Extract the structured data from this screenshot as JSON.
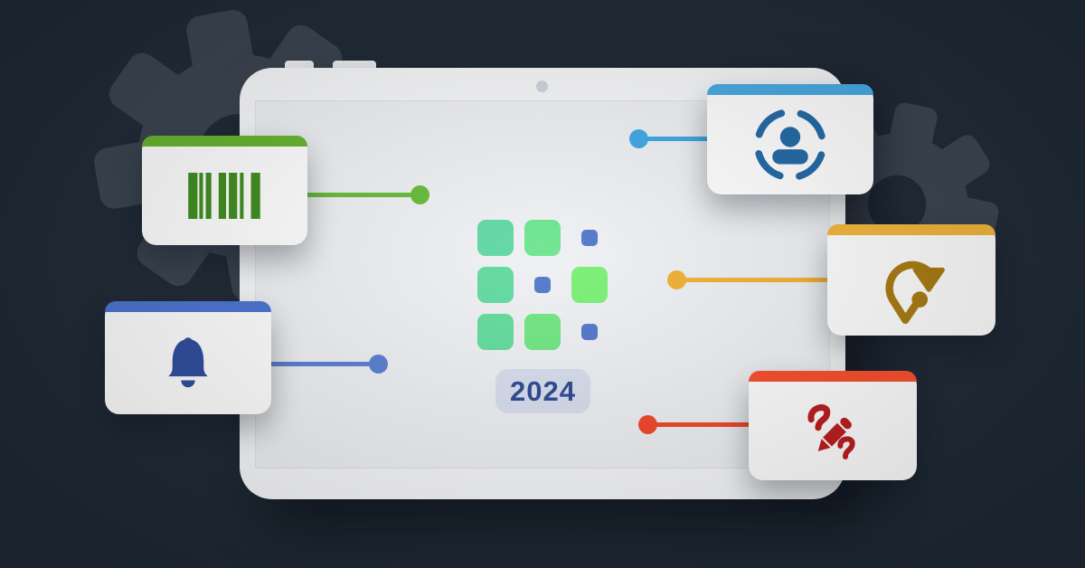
{
  "background": {
    "color": "#1f2a36",
    "gear_color": "#3a4450"
  },
  "tablet": {
    "bezel_color": "#f8f9fb",
    "screen_color": "#eff1f4",
    "screen_border_color": "#e2e5ea",
    "camera_color": "#d2d5dc"
  },
  "screen": {
    "year_badge": {
      "label": "2024",
      "bg_color": "#d9dfef",
      "text_color": "#2e4b94"
    },
    "app_grid": {
      "cells": [
        {
          "shape": "large",
          "color": "#62d9a6"
        },
        {
          "shape": "large",
          "color": "#6fe590"
        },
        {
          "shape": "small",
          "color": "#5579cd"
        },
        {
          "shape": "large",
          "color": "#63dba2"
        },
        {
          "shape": "small",
          "color": "#5579cd"
        },
        {
          "shape": "large",
          "color": "#7bf277"
        },
        {
          "shape": "large",
          "color": "#65dd9e"
        },
        {
          "shape": "large",
          "color": "#73e884"
        },
        {
          "shape": "small",
          "color": "#5579cd"
        }
      ]
    }
  },
  "cards": [
    {
      "icon": "barcode-icon",
      "header_color": "#66b42e",
      "icon_color": "#3f8d1f",
      "connector_color": "#68bd3a"
    },
    {
      "icon": "bell-icon",
      "header_color": "#4b74d2",
      "icon_color": "#2e4d9d",
      "connector_color": "#5b80d4"
    },
    {
      "icon": "user-focus-icon",
      "header_color": "#46aae4",
      "icon_color": "#2269a6",
      "connector_color": "#3fa9e6"
    },
    {
      "icon": "rotate-arrow-icon",
      "header_color": "#f3b63a",
      "icon_color": "#a97c10",
      "connector_color": "#f2b236"
    },
    {
      "icon": "pencil-question-icon",
      "header_color": "#f94f2c",
      "icon_color": "#bd1c1c",
      "connector_color": "#f4482a"
    }
  ]
}
